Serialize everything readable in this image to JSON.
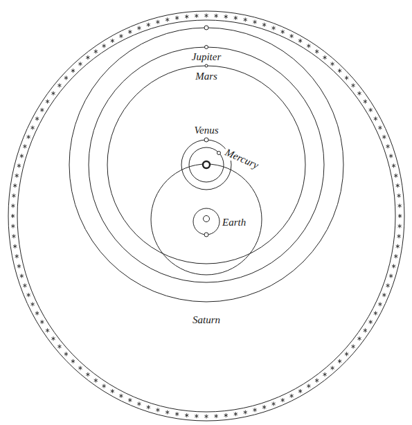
{
  "diagram": {
    "labels": [
      "Jupiter",
      "Mars",
      "Venus",
      "Mercury",
      "Earth",
      "Saturn"
    ]
  }
}
